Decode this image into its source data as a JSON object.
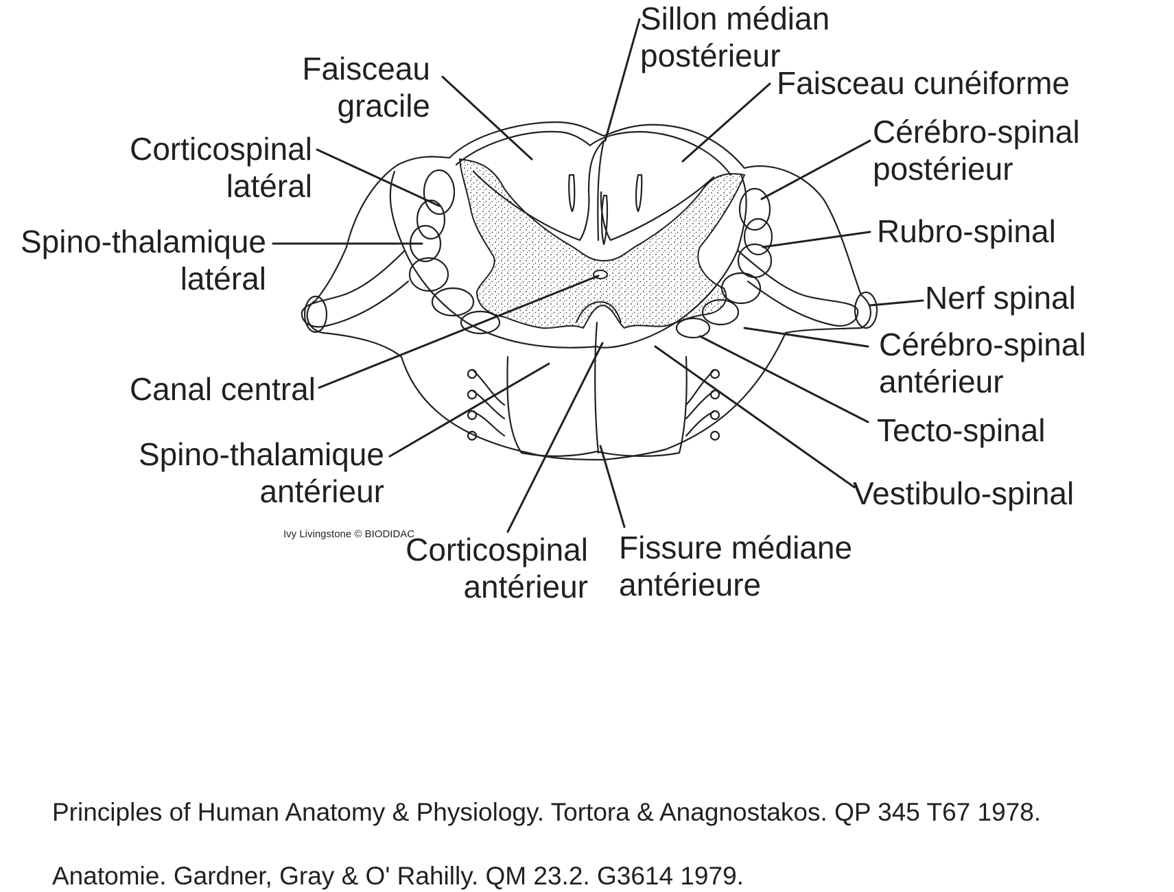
{
  "labels": {
    "sillon_median_posterieur": [
      "Sillon médian",
      "postérieur"
    ],
    "faisceau_gracile": [
      "Faisceau",
      "gracile"
    ],
    "faisceau_cuneiforme": [
      "Faisceau cunéiforme"
    ],
    "corticospinal_lateral": [
      "Corticospinal",
      "latéral"
    ],
    "cerebro_spinal_posterieur": [
      "Cérébro-spinal",
      "postérieur"
    ],
    "spino_thalamique_lateral": [
      "Spino-thalamique",
      "latéral"
    ],
    "rubro_spinal": [
      "Rubro-spinal"
    ],
    "nerf_spinal": [
      "Nerf spinal"
    ],
    "cerebro_spinal_anterieur": [
      "Cérébro-spinal",
      "antérieur"
    ],
    "canal_central": [
      "Canal central"
    ],
    "tecto_spinal": [
      "Tecto-spinal"
    ],
    "spino_thalamique_anterieur": [
      "Spino-thalamique",
      "antérieur"
    ],
    "vestibulo_spinal": [
      "Vestibulo-spinal"
    ],
    "corticospinal_anterieur": [
      "Corticospinal",
      "antérieur"
    ],
    "fissure_mediane_anterieure": [
      "Fissure médiane",
      "antérieure"
    ]
  },
  "credit": "Ivy Livingstone ©  BIODIDAC",
  "references": [
    "Principles of Human Anatomy & Physiology.  Tortora & Anagnostakos. QP 345 T67 1978.",
    "Anatomie.  Gardner, Gray & O' Rahilly.  QM 23.2. G3614  1979."
  ],
  "colors": {
    "ink": "#231f20",
    "background": "#ffffff",
    "grey_matter_stipple": "#231f20"
  }
}
